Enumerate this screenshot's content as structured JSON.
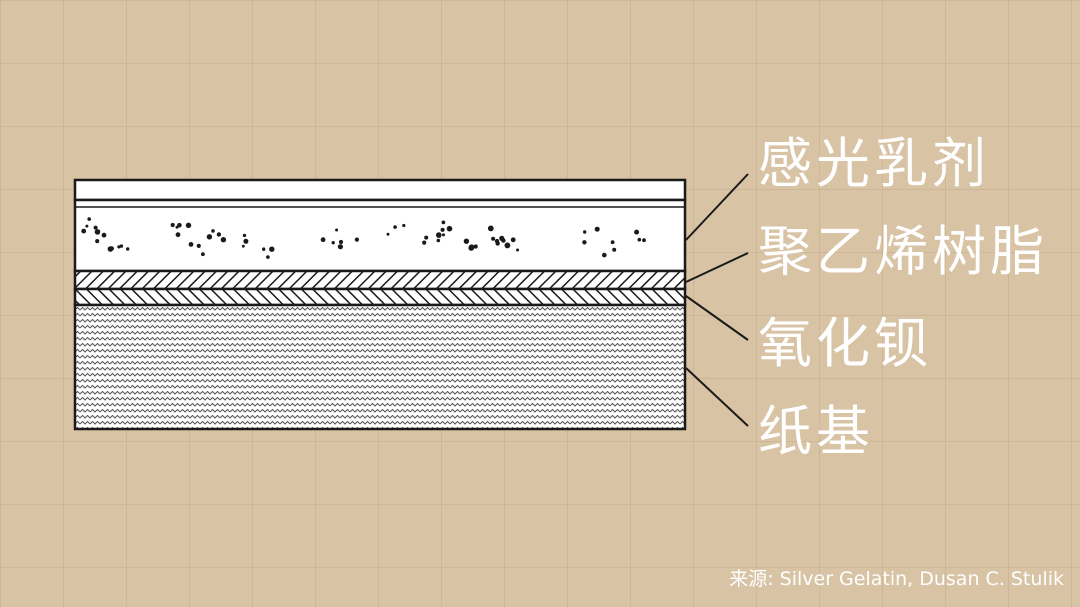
{
  "layers": [
    {
      "label": "感光乳剂"
    },
    {
      "label": "聚乙烯树脂"
    },
    {
      "label": "氧化钡"
    },
    {
      "label": "纸基"
    }
  ],
  "source": "来源: Silver Gelatin, Dusan C. Stulik",
  "colors": {
    "background": "#d8c3a5",
    "outline": "#1a1a1a",
    "layer_fill": "#ffffff",
    "label_text": "#ffffff"
  }
}
